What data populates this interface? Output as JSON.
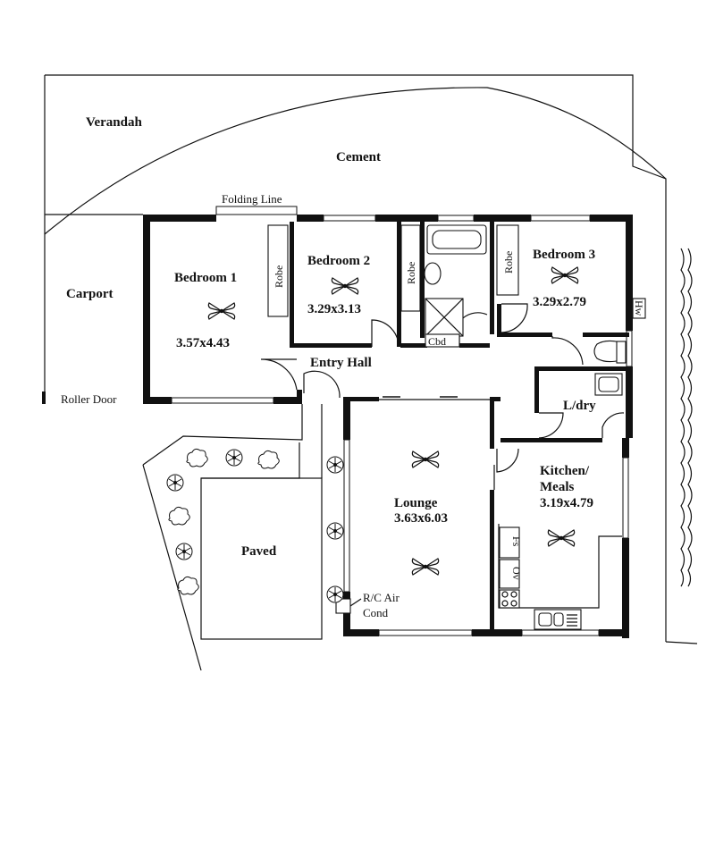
{
  "labels": {
    "verandah": "Verandah",
    "cement": "Cement",
    "folding_line": "Folding Line",
    "carport": "Carport",
    "roller_door": "Roller Door",
    "bedroom1": "Bedroom 1",
    "bedroom1_size": "3.57x4.43",
    "bedroom2": "Bedroom 2",
    "bedroom2_size": "3.29x3.13",
    "bedroom3": "Bedroom 3",
    "bedroom3_size": "3.29x2.79",
    "robe": "Robe",
    "cbd": "Cbd",
    "hw": "Hw",
    "entry_hall": "Entry Hall",
    "ldry": "L/dry",
    "kitchen_line1": "Kitchen/",
    "kitchen_line2": "Meals",
    "kitchen_size": "3.19x4.79",
    "lounge": "Lounge",
    "lounge_size": "3.63x6.03",
    "paved": "Paved",
    "fs": "Fs",
    "ov": "Ov",
    "aircon_line1": "R/C Air",
    "aircon_line2": "Cond"
  },
  "icons": {
    "ceiling_fan": "ceiling-fan-icon",
    "plant": "plant-icon"
  }
}
